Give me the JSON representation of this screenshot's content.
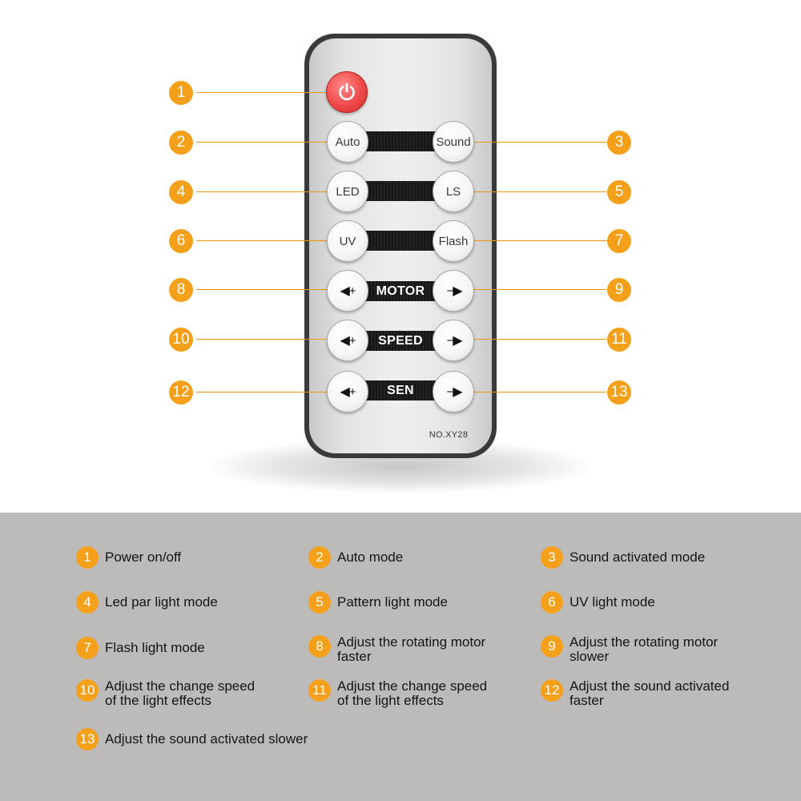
{
  "remote": {
    "model_label": "NO.XY28",
    "bars": {
      "motor": "MOTOR",
      "speed": "SPEED",
      "sen": "SEN"
    },
    "buttons": {
      "auto": "Auto",
      "sound": "Sound",
      "led": "LED",
      "ls": "LS",
      "uv": "UV",
      "flash": "Flash",
      "plus": "+",
      "minus": "−"
    }
  },
  "callouts": [
    "1",
    "2",
    "3",
    "4",
    "5",
    "6",
    "7",
    "8",
    "9",
    "10",
    "11",
    "12",
    "13"
  ],
  "legend": [
    {
      "num": "1",
      "text": "Power on/off"
    },
    {
      "num": "2",
      "text": "Auto mode"
    },
    {
      "num": "3",
      "text": "Sound activated mode"
    },
    {
      "num": "4",
      "text": "Led par light mode"
    },
    {
      "num": "5",
      "text": "Pattern light mode"
    },
    {
      "num": "6",
      "text": "UV light mode"
    },
    {
      "num": "7",
      "text": "Flash light mode"
    },
    {
      "num": "8",
      "text": "Adjust the rotating motor\nfaster"
    },
    {
      "num": "9",
      "text": "Adjust the rotating motor\nslower"
    },
    {
      "num": "10",
      "text": "Adjust the change speed\nof the light effects"
    },
    {
      "num": "11",
      "text": "Adjust the change speed\nof the light effects"
    },
    {
      "num": "12",
      "text": "Adjust the sound activated\nfaster"
    },
    {
      "num": "13",
      "text": "Adjust the sound activated slower"
    }
  ],
  "colors": {
    "callout": "#f5a01a",
    "legend_bg": "#bdbbb9",
    "power_button": "#ef4a4a"
  }
}
